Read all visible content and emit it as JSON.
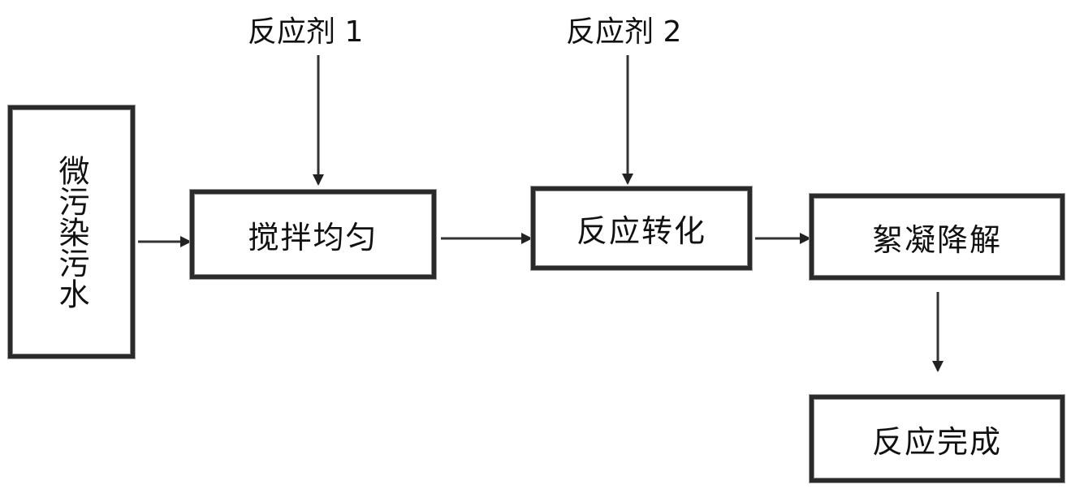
{
  "reagents": {
    "reagent_1": "反应剂 1",
    "reagent_2": "反应剂 2"
  },
  "steps": {
    "input": "微污染污水",
    "mix": "搅拌均匀",
    "transform": "反应转化",
    "flocculate": "絮凝降解",
    "complete": "反应完成"
  }
}
